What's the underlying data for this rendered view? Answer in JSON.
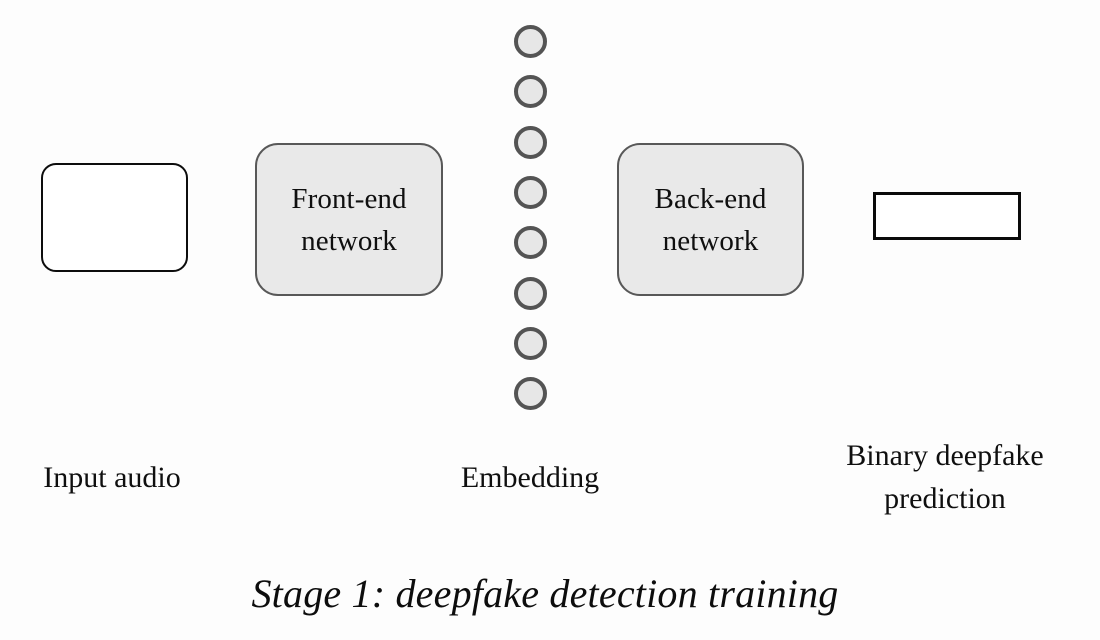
{
  "figure": {
    "background_color": "#fdfdfd",
    "title": "Stage 1: deepfake detection training",
    "nodes": {
      "input_audio_box": {
        "label": "",
        "fill": "#ffffff",
        "stroke": "#0d0d0d",
        "shape": "rounded-rectangle"
      },
      "frontend_network": {
        "label": "Front-end\nnetwork",
        "fill": "#e9e9e9",
        "stroke": "#585858",
        "shape": "rounded-rectangle"
      },
      "backend_network": {
        "label": "Back-end\nnetwork",
        "fill": "#e9e9e9",
        "stroke": "#585858",
        "shape": "rounded-rectangle"
      },
      "prediction_box": {
        "label": "",
        "fill": "#ffffff",
        "stroke": "#0a0a0a",
        "shape": "rectangle"
      },
      "embedding_column": {
        "count": 8,
        "fill": "#e7e7e7",
        "stroke": "#545454",
        "shape": "circle"
      }
    },
    "captions": {
      "input_audio": "Input audio",
      "embedding": "Embedding",
      "prediction": "Binary deepfake\nprediction"
    }
  }
}
